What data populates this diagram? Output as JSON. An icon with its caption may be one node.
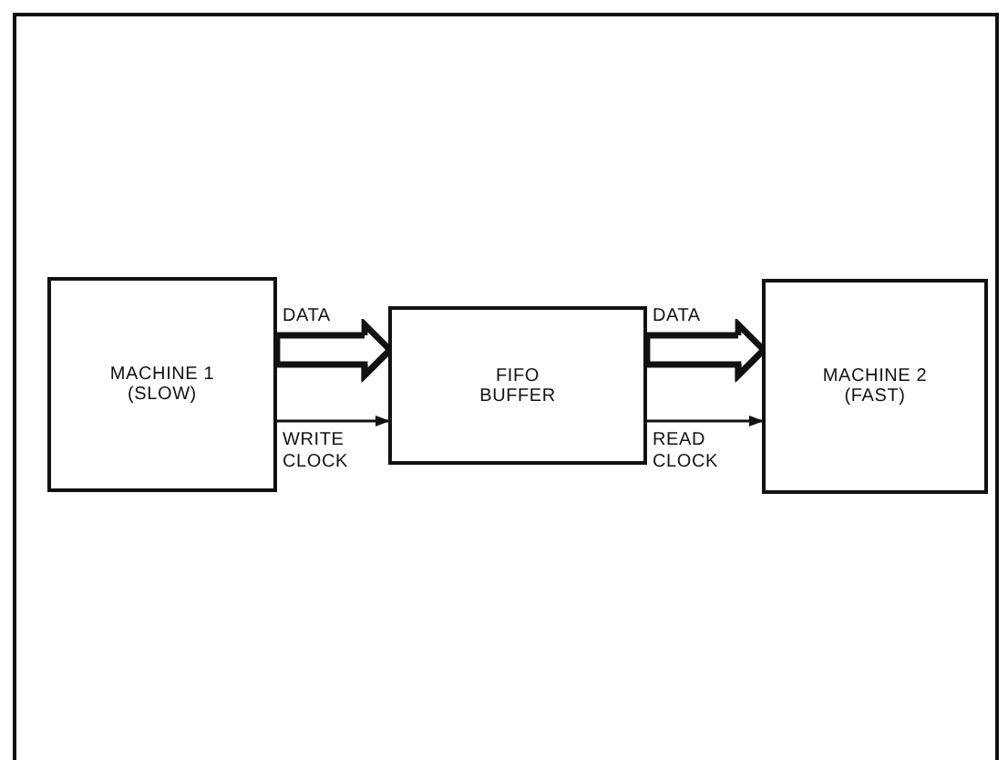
{
  "diagram": {
    "nodes": [
      {
        "text": [
          "MACHINE 1 (SLOW)"
        ]
      },
      {
        "text": [
          "FIFO BUFFER"
        ]
      },
      {
        "text": [
          "MACHINE 2 (FAST)"
        ]
      }
    ],
    "edges": [
      {
        "from": 0,
        "to": 1,
        "arrow": "to",
        "label": "DATA",
        "style": "thick"
      },
      {
        "from": 0,
        "to": 1,
        "arrow": "to",
        "label": "WRITE CLOCK"
      },
      {
        "from": 1,
        "to": 2,
        "arrow": "to",
        "label": "DATA",
        "style": "thick"
      },
      {
        "from": 1,
        "to": 2,
        "arrow": "to",
        "label": "READ CLOCK"
      }
    ]
  }
}
